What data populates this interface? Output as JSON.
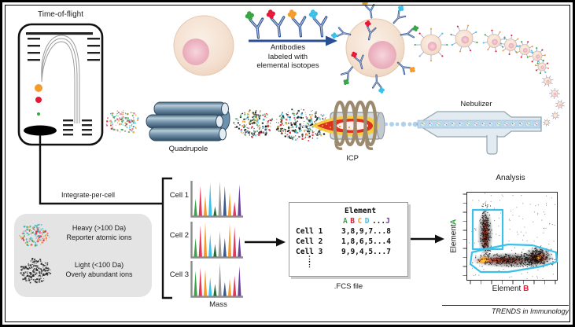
{
  "tof": {
    "title": "Time-of-flight"
  },
  "antibody_step": {
    "caption_lines": [
      "Antibodies",
      "labeled with",
      "elemental isotopes"
    ]
  },
  "quadrupole": {
    "label": "Quadrupole"
  },
  "icp": {
    "label": "ICP"
  },
  "nebulizer": {
    "label": "Nebulizer"
  },
  "integrate_per_cell": {
    "label": "Integrate-per-cell"
  },
  "ion_legend": {
    "heavy": {
      "line1": "Heavy (>100 Da)",
      "line2": "Reporter atomic ions"
    },
    "light": {
      "line1": "Light (<100 Da)",
      "line2": "Overly abundant ions"
    }
  },
  "spectra": {
    "xlabel": "Mass",
    "peak_colors": [
      "#3aa546",
      "#e8355a",
      "#f49b2b",
      "#3bc0ea",
      "#2a6b3a",
      "#999999",
      "#3d5a8f",
      "#f49b2b",
      "#e8355a",
      "#6b3f9e"
    ],
    "panels": [
      {
        "label": "Cell 1",
        "peaks": [
          0.45,
          0.85,
          0.55,
          0.95,
          0.2,
          1.0,
          0.85,
          0.65,
          0.35,
          0.9
        ]
      },
      {
        "label": "Cell 2",
        "peaks": [
          0.5,
          0.9,
          1.0,
          0.62,
          0.3,
          0.72,
          0.5,
          0.95,
          0.85,
          0.55
        ]
      },
      {
        "label": "Cell 3",
        "peaks": [
          0.7,
          0.8,
          0.75,
          0.5,
          0.28,
          0.95,
          0.35,
          0.45,
          0.55,
          0.85
        ]
      }
    ]
  },
  "fcs": {
    "header": "Element",
    "letters": [
      "A",
      "B",
      "C",
      "D"
    ],
    "dots": "...",
    "last_letter": "J",
    "rows": [
      {
        "name": "Cell 1",
        "values": "3,8,9,7...8"
      },
      {
        "name": "Cell 2",
        "values": "1,8,6,5...4"
      },
      {
        "name": "Cell 3",
        "values": "9,9,4,5...7"
      }
    ],
    "vdots": "⋮\n⋮",
    "label": ".FCS file"
  },
  "analysis": {
    "title": "Analysis",
    "ylabel_text": "Element ",
    "ylabel_letter": "A",
    "xlabel_text": "Element ",
    "xlabel_letter": "B"
  },
  "footer": {
    "credit": "TRENDS in Immunology"
  },
  "colors": {
    "tag_green": "#3aa546",
    "tag_red": "#e51937",
    "tag_orange": "#f49b2b",
    "tag_cyan": "#3bc0ea",
    "tag_purple": "#6b3f9e",
    "antibody_blue": "#3a5a96",
    "arrow_blue": "#2a4f96",
    "gate_cyan": "#3bc0ea",
    "legend_bg": "#e4e4e4"
  }
}
